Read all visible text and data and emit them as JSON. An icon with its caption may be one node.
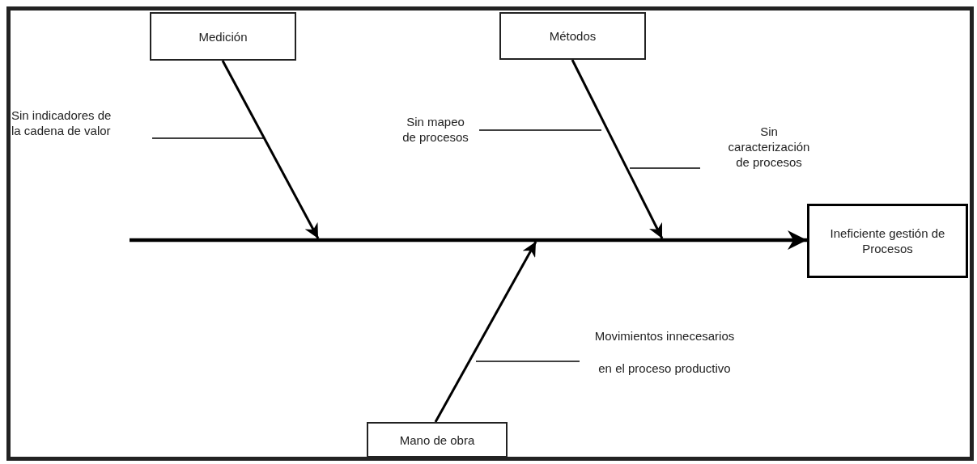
{
  "diagram": {
    "nodes": [
      {
        "text": [
          "Medición"
        ]
      },
      {
        "text": [
          "Métodos"
        ]
      },
      {
        "text": [
          "Ineficiente gestión de Procesos"
        ]
      },
      {
        "text": [
          "Mano de obra"
        ]
      },
      {
        "text": [
          "Sin indicadores de la cadena de valor"
        ]
      },
      {
        "text": [
          "Sin mapeo de procesos"
        ]
      },
      {
        "text": [
          "Sin caracterización de procesos"
        ]
      },
      {
        "text": [
          "Movimientos innecesarios en el proceso productivo"
        ]
      }
    ],
    "edges": [
      {
        "from": null,
        "to": 2,
        "arrow": "to",
        "style": "thick"
      },
      {
        "from": 0,
        "to": null,
        "arrow": "to"
      },
      {
        "from": 1,
        "to": null,
        "arrow": "to"
      },
      {
        "from": 3,
        "to": null,
        "arrow": "to"
      },
      {
        "from": 4,
        "to": null,
        "arrow": "none"
      },
      {
        "from": 5,
        "to": null,
        "arrow": "none"
      },
      {
        "from": 6,
        "to": null,
        "arrow": "none"
      },
      {
        "from": 7,
        "to": null,
        "arrow": "none"
      }
    ]
  }
}
